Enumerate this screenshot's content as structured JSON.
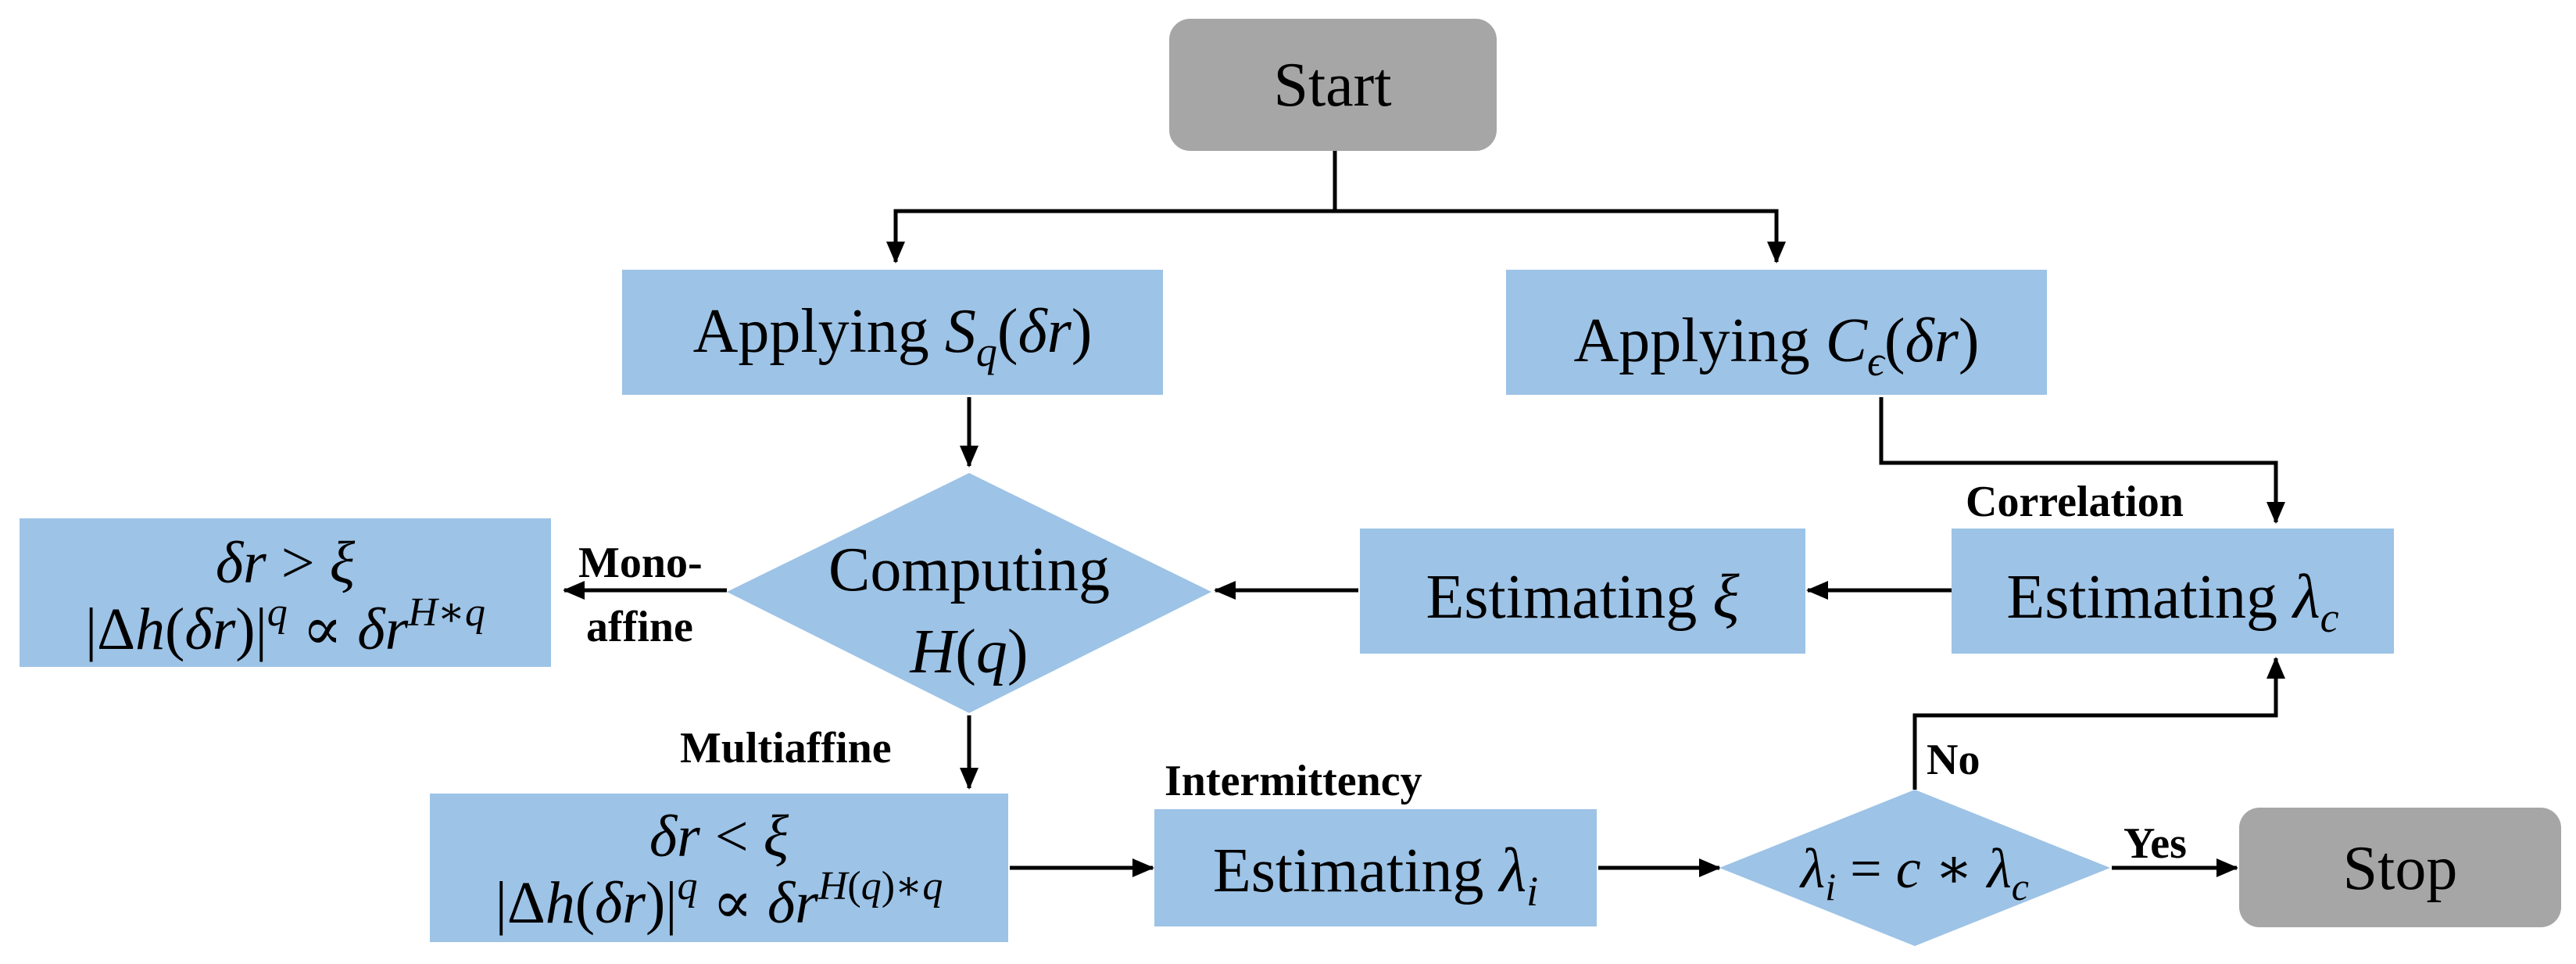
{
  "colors": {
    "process": "#9dc3e6",
    "terminal": "#a6a6a6",
    "line": "#000000"
  },
  "nodes": {
    "start": "Start",
    "stop": "Stop",
    "apply_sq": "Applying S_q(δr)",
    "apply_ce": "Applying C_ϵ(δr)",
    "computing_hq": "Computing H(q)",
    "mono_formula": "δr > ξ / |Δh(δr)|^q ∝ δr^{H*q}",
    "estimating_xi": "Estimating ξ",
    "estimating_lc": "Estimating λ_c",
    "multi_formula": "δr < ξ / |Δh(δr)|^q ∝ δr^{H(q)*q}",
    "estimating_li": "Estimating λ_i",
    "decision": "λ_i = c * λ_c"
  },
  "labels": {
    "correlation": "Correlation",
    "mono_1": "Mono-",
    "mono_2": "affine",
    "multiaffine": "Multiaffine",
    "intermittency": "Intermittency",
    "no": "No",
    "yes": "Yes"
  }
}
